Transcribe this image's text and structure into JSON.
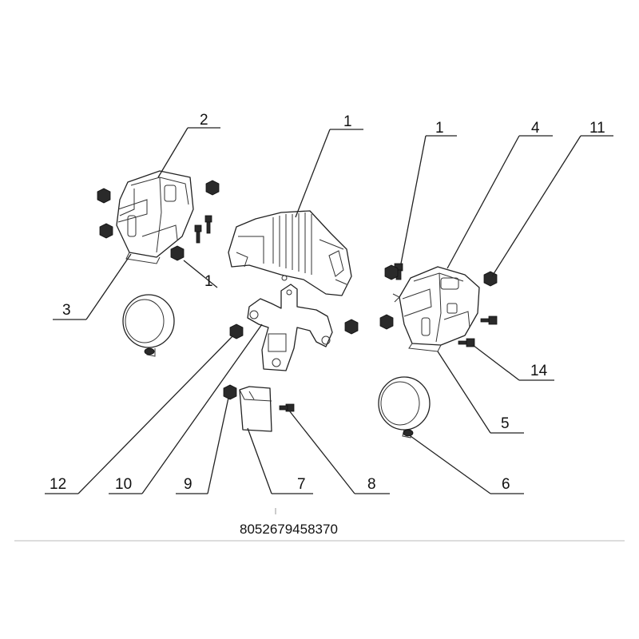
{
  "callouts": {
    "c1_center": "1",
    "c1_left": "1",
    "c1_right": "1",
    "c2": "2",
    "c3": "3",
    "c4": "4",
    "c5": "5",
    "c6": "6",
    "c7": "7",
    "c8": "8",
    "c9": "9",
    "c10": "10",
    "c11": "11",
    "c12": "12",
    "c14": "14"
  },
  "part_code": "8052679458370"
}
